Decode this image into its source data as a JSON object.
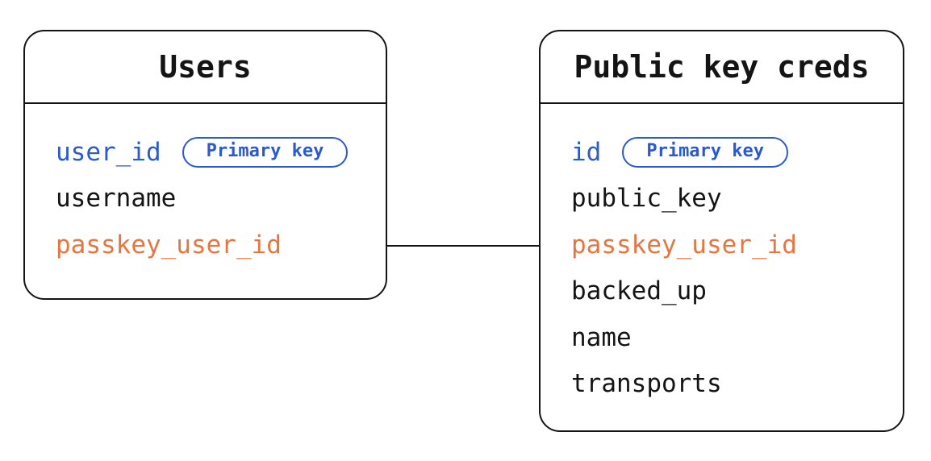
{
  "diagram": {
    "entities": [
      {
        "title": "Users",
        "fields": [
          {
            "name": "user_id",
            "role": "primary",
            "badge": "Primary key"
          },
          {
            "name": "username",
            "role": "normal"
          },
          {
            "name": "passkey_user_id",
            "role": "foreign"
          }
        ]
      },
      {
        "title": "Public key creds",
        "fields": [
          {
            "name": "id",
            "role": "primary",
            "badge": "Primary key"
          },
          {
            "name": "public_key",
            "role": "normal"
          },
          {
            "name": "passkey_user_id",
            "role": "foreign"
          },
          {
            "name": "backed_up",
            "role": "normal"
          },
          {
            "name": "name",
            "role": "normal"
          },
          {
            "name": "transports",
            "role": "normal"
          }
        ]
      }
    ],
    "relationship": {
      "from_entity": "Users",
      "from_field": "passkey_user_id",
      "to_entity": "Public key creds",
      "to_field": "passkey_user_id"
    },
    "colors": {
      "ink": "#141414",
      "primary_key_blue": "#2b59d0",
      "foreign_key_orange": "#e87540",
      "background": "#ffffff"
    }
  }
}
